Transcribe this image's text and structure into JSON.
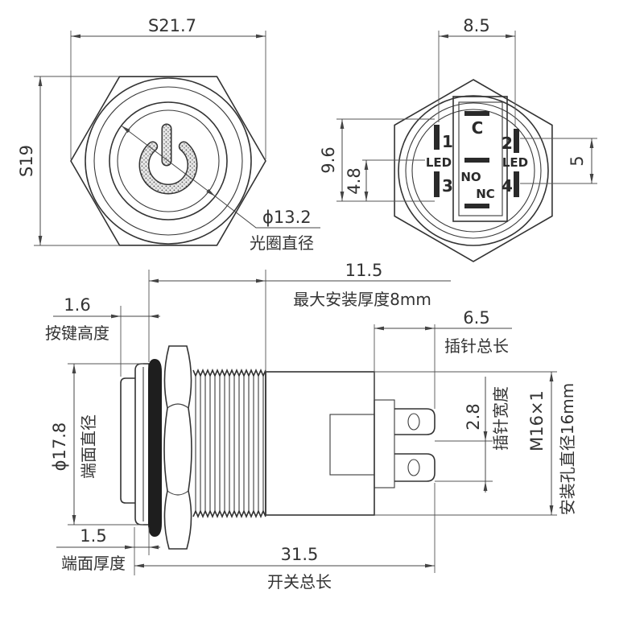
{
  "front_view": {
    "across_corners": "S21.7",
    "across_flats": "S19",
    "ring_diameter": "ϕ13.2",
    "ring_diameter_label": "光圈直径"
  },
  "rear_view": {
    "pin_spacing": "8.5",
    "pin_span": "9.6",
    "pin_half_span": "4.8",
    "led_pin_spacing": "5",
    "pin_1": "1",
    "pin_2": "2",
    "pin_3": "3",
    "pin_4": "4",
    "pin_c": "C",
    "led_left": "LED",
    "led_right": "LED",
    "no": "NO",
    "nc": "NC"
  },
  "side_view": {
    "mount_length": "11.5",
    "mount_label": "最大安装厚度8mm",
    "button_height": "1.6",
    "button_height_label": "按键高度",
    "pin_length": "6.5",
    "pin_length_label": "插针总长",
    "pin_width": "2.8",
    "pin_width_label": "插针宽度",
    "face_diameter": "ϕ17.8",
    "face_diameter_label": "端面直径",
    "thread": "M16×1",
    "thread_label": "安装孔直径16mm",
    "face_thickness": "1.5",
    "face_thickness_label": "端面厚度",
    "total_length": "31.5",
    "total_length_label": "开关总长"
  },
  "colors": {
    "line": "#333333",
    "o_ring": "#1e1e1e"
  }
}
